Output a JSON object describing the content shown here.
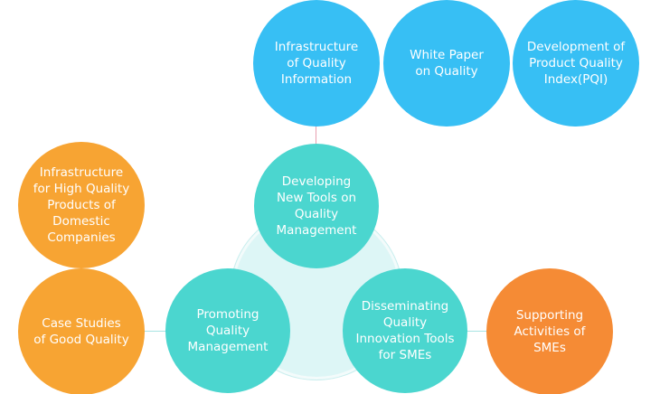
{
  "top_row": [
    {
      "label": "Infrastructure\nof Quality\nInformation"
    },
    {
      "label": "White Paper\non Quality"
    },
    {
      "label": "Development of\nProduct Quality\nIndex(PQI)"
    }
  ],
  "core": [
    {
      "label": "Developing\nNew Tools on\nQuality\nManagement"
    },
    {
      "label": "Promoting\nQuality\nManagement"
    },
    {
      "label": "Disseminating\nQuality\nInnovation Tools\nfor SMEs"
    }
  ],
  "left_column": [
    {
      "label": "Infrastructure\nfor High Quality\nProducts of\nDomestic\nCompanies"
    },
    {
      "label": "Case Studies\nof Good Quality"
    }
  ],
  "right": {
    "label": "Supporting\nActivities of\nSMEs"
  },
  "colors": {
    "blue": "#37bff4",
    "teal": "#4bd6cf",
    "orange": "#f7a433",
    "dark_orange": "#f58b35"
  }
}
